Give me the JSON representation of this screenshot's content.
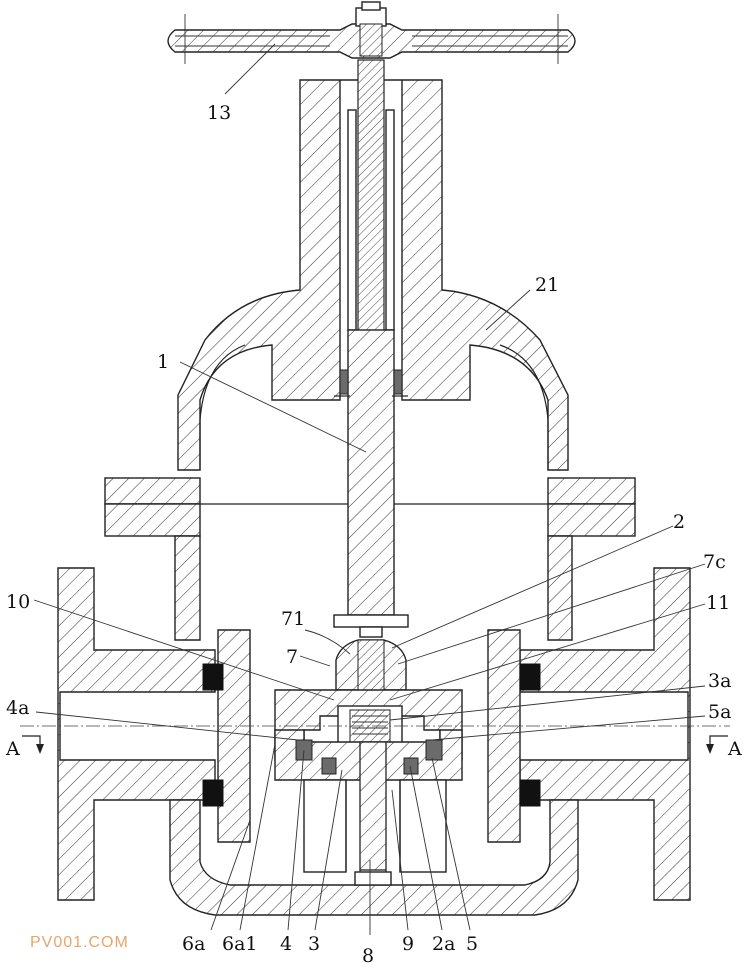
{
  "figure": {
    "labels": {
      "l13": "13",
      "l21": "21",
      "l1": "1",
      "l2": "2",
      "l7c": "7c",
      "l71": "71",
      "l7": "7",
      "l11": "11",
      "l10": "10",
      "l3a": "3a",
      "l4a": "4a",
      "l5a": "5a",
      "lA_left": "A",
      "lA_right": "A",
      "l6a": "6a",
      "l6a1": "6a1",
      "l4": "4",
      "l3": "3",
      "l8": "8",
      "l9": "9",
      "l2a": "2a",
      "l5": "5"
    },
    "watermark": "PV001.COM",
    "colors": {
      "line": "#222222",
      "watermark": "#e8a56a",
      "seal": "#111111"
    }
  }
}
